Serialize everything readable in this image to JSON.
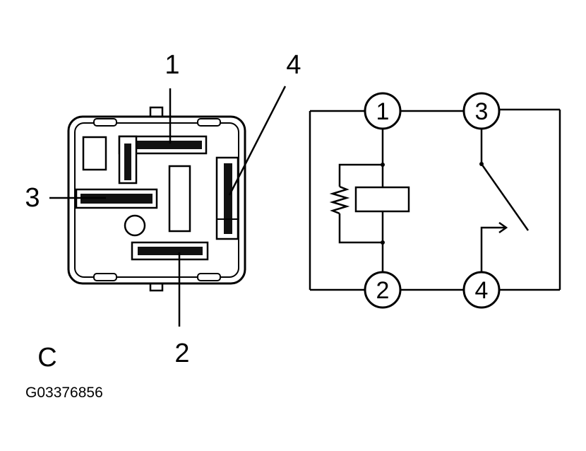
{
  "figure_label": "C",
  "figure_code": "G03376856",
  "relay_view": {
    "terminal_labels": {
      "t1": "1",
      "t2": "2",
      "t3": "3",
      "t4": "4"
    }
  },
  "schematic": {
    "node_labels": {
      "n1": "1",
      "n2": "2",
      "n3": "3",
      "n4": "4"
    }
  }
}
